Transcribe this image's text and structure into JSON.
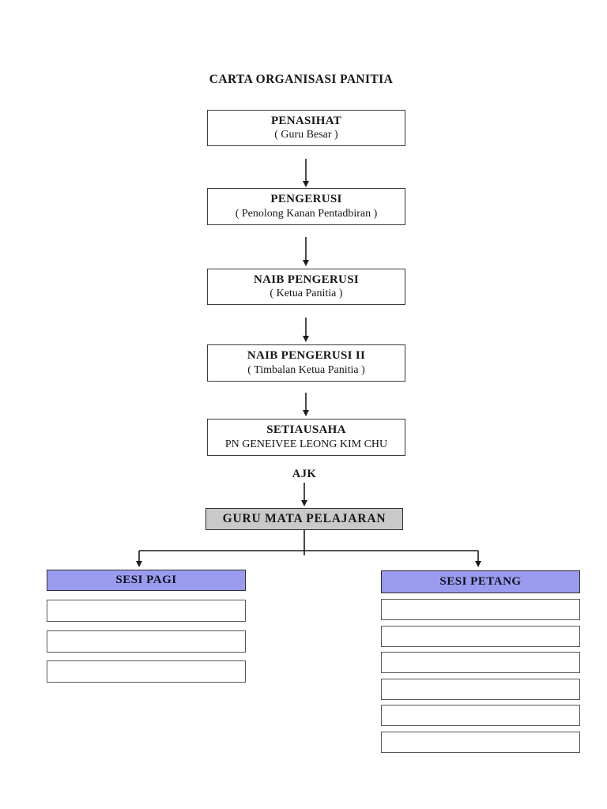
{
  "page": {
    "title": "CARTA ORGANISASI PANITIA",
    "background": "#ffffff"
  },
  "chart": {
    "type": "org-chart",
    "nodes": [
      {
        "id": "penasihat",
        "title": "PENASIHAT",
        "subtitle": "( Guru Besar )",
        "style": "white"
      },
      {
        "id": "pengerusi",
        "title": "PENGERUSI",
        "subtitle": "( Penolong Kanan Pentadbiran )",
        "style": "white"
      },
      {
        "id": "naib-pengerusi",
        "title": "NAIB PENGERUSI",
        "subtitle": "( Ketua Panitia )",
        "style": "white"
      },
      {
        "id": "naib-pengerusi-ii",
        "title": "NAIB PENGERUSI II",
        "subtitle": "( Timbalan Ketua Panitia )",
        "style": "white"
      },
      {
        "id": "setiausaha",
        "title": "SETIAUSAHA",
        "subtitle": "PN GENEIVEE LEONG KIM CHU",
        "style": "white"
      },
      {
        "id": "guru-mata-pelajaran",
        "title": "GURU MATA PELAJARAN",
        "subtitle": "",
        "style": "gray"
      }
    ],
    "ajk_label": "AJK",
    "branches": [
      {
        "id": "sesi-pagi",
        "label": "SESI PAGI",
        "empty_slots": 3
      },
      {
        "id": "sesi-petang",
        "label": "SESI PETANG",
        "empty_slots": 6
      }
    ],
    "colors": {
      "branch_header_fill": "#9a9aee",
      "gray_node_fill": "#c9c9c9",
      "node_fill": "#ffffff",
      "line": "#1c1c1c",
      "border": "#3a3a3a",
      "border_dark": "#2e2e2e",
      "text": "#161616"
    }
  }
}
